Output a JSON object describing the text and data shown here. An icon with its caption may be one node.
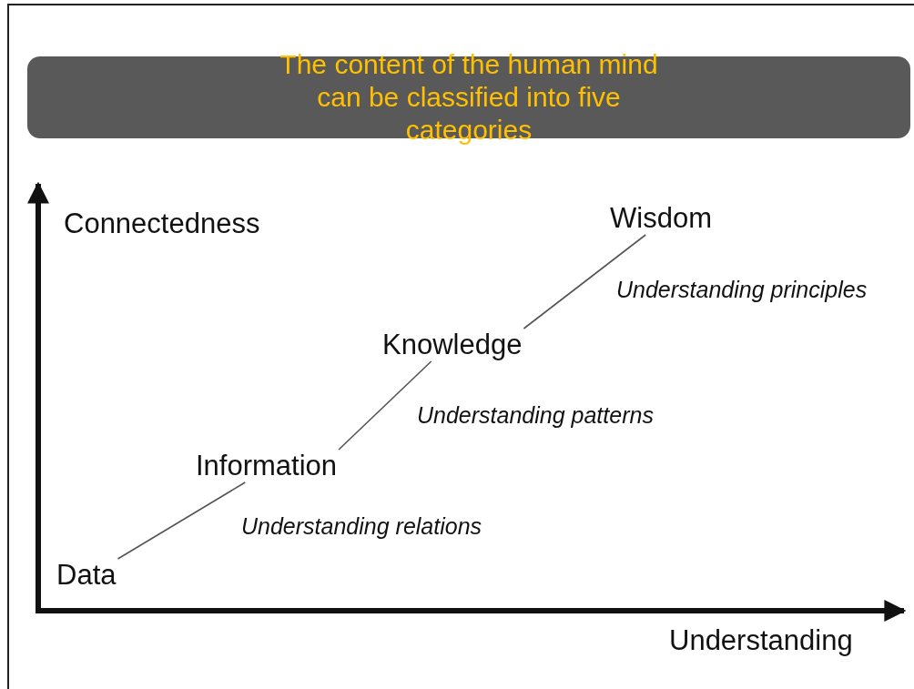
{
  "diagram": {
    "title": "The content of the human mind can be classified into five categories",
    "nodes": [
      {
        "text": [
          "Data"
        ]
      },
      {
        "text": [
          "Information"
        ]
      },
      {
        "text": [
          "Knowledge"
        ]
      },
      {
        "text": [
          "Wisdom"
        ]
      }
    ],
    "edges": [
      {
        "from": 0,
        "to": 1,
        "arrow": "none",
        "label": "Understanding relations"
      },
      {
        "from": 1,
        "to": 2,
        "arrow": "none",
        "label": "Understanding patterns"
      },
      {
        "from": 2,
        "to": 3,
        "arrow": "none",
        "label": "Understanding principles"
      }
    ],
    "labels": [
      "Connectedness",
      "Understanding"
    ]
  }
}
